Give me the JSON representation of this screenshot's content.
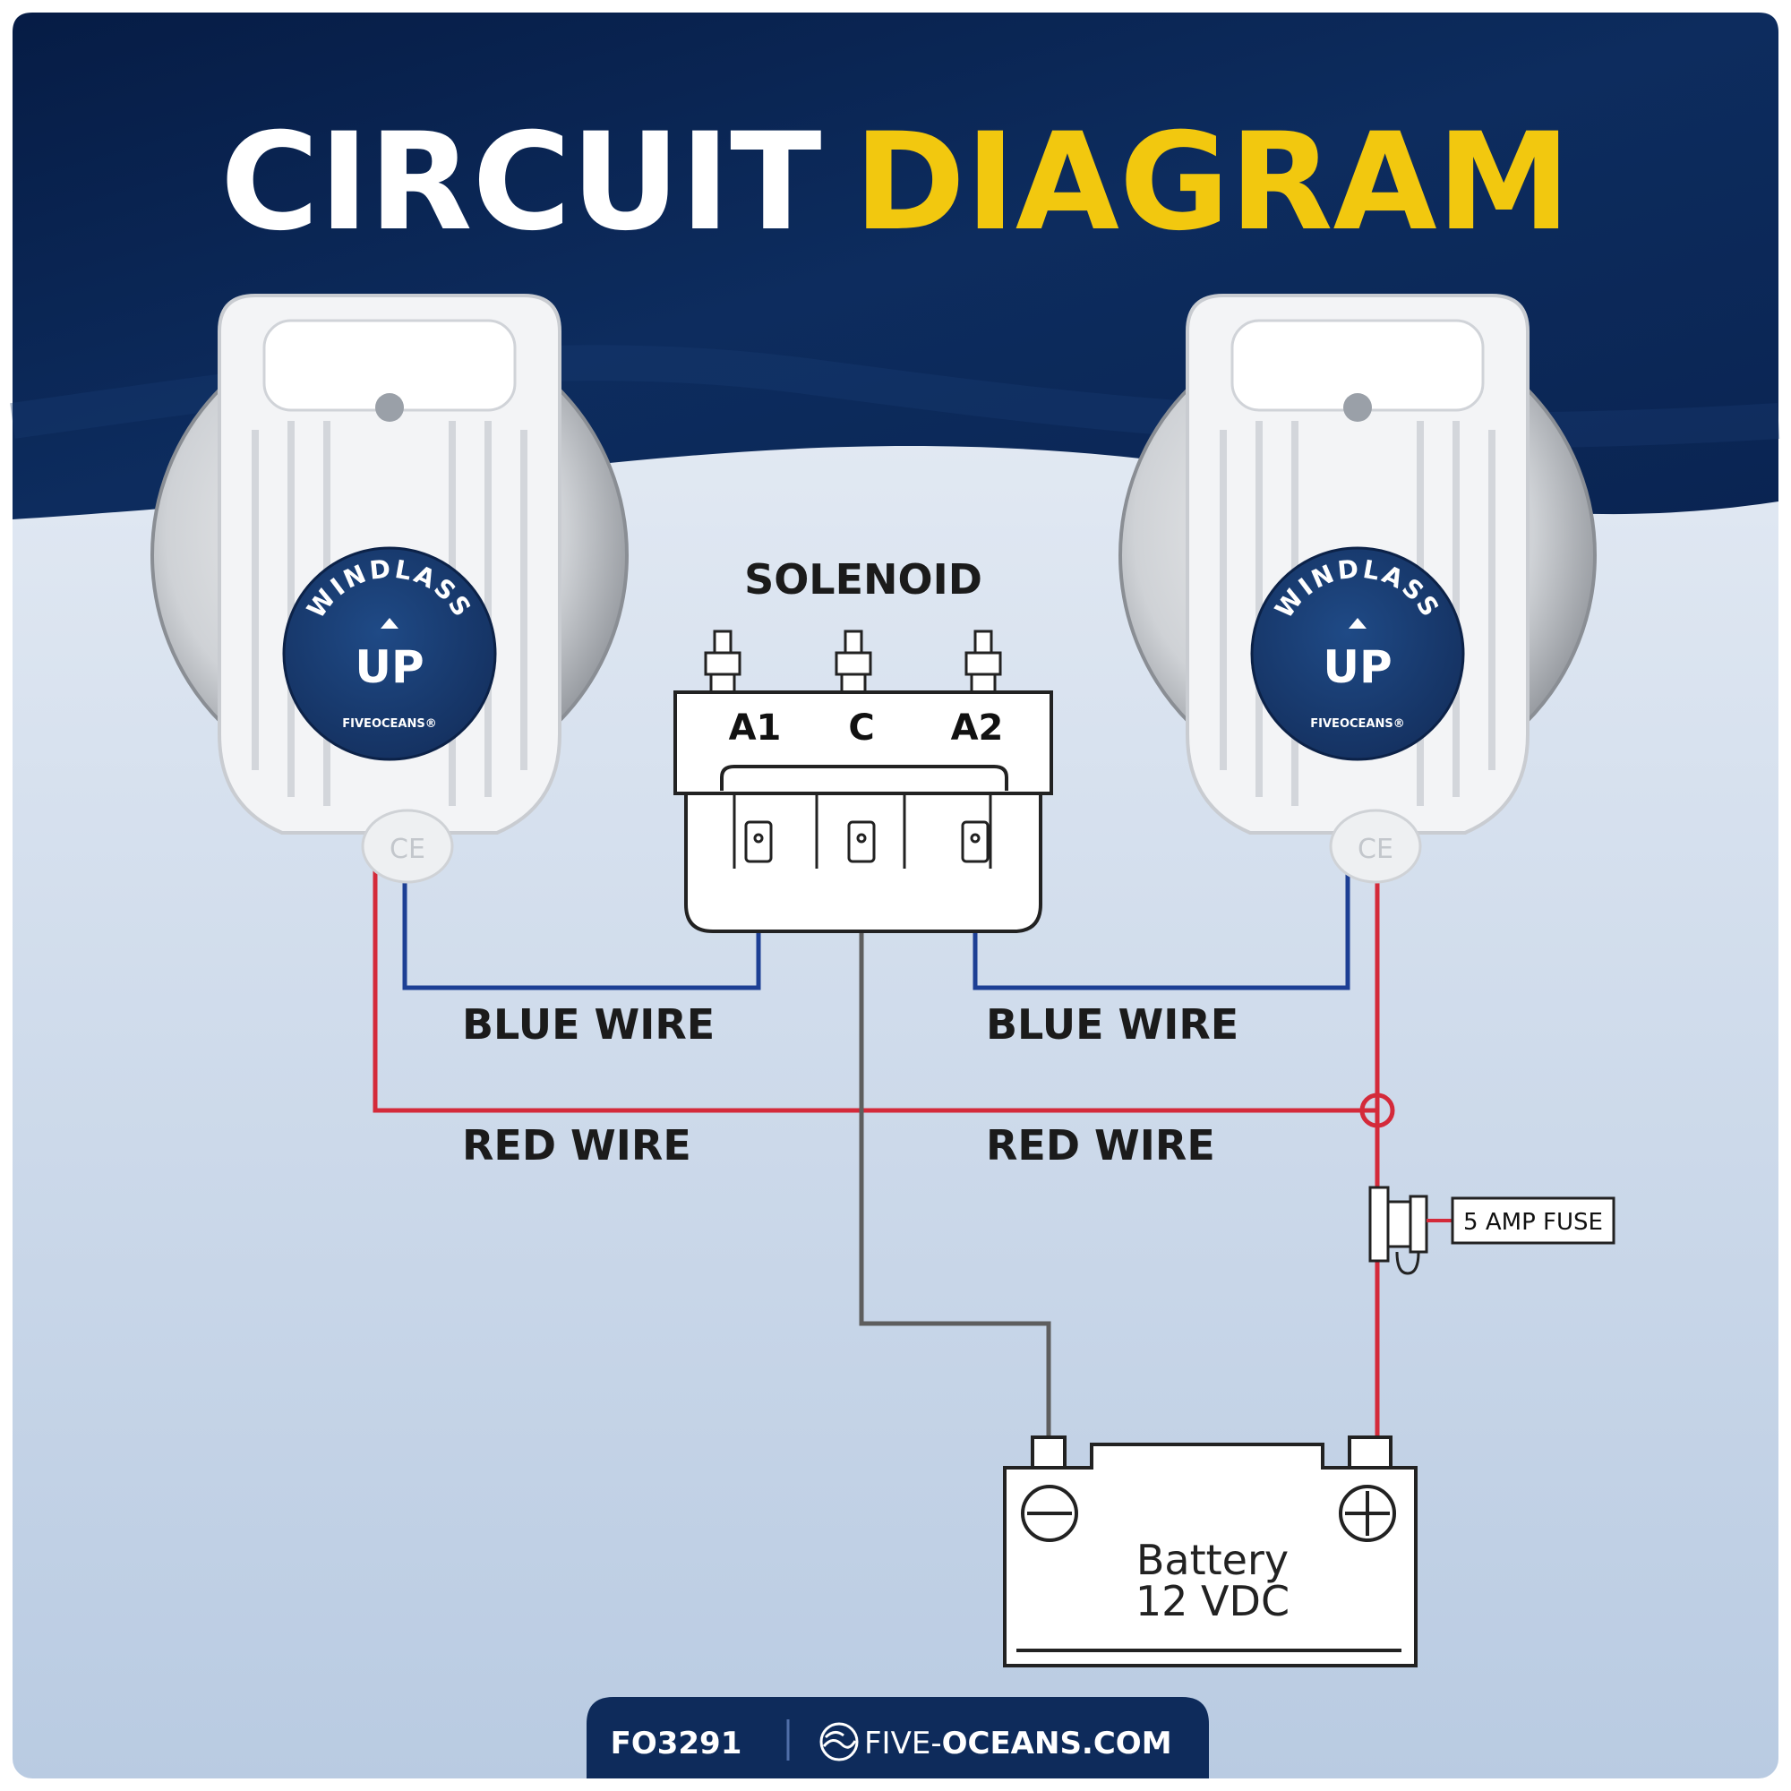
{
  "title": {
    "part1": "CIRCUIT",
    "part2": "DIAGRAM"
  },
  "colors": {
    "navy": "#0b2856",
    "accent_yellow": "#f2c80f",
    "blue_wire": "#1d3f94",
    "red_wire": "#d42a3a",
    "ground_wire": "#5e5e5e",
    "switch_cap": "#173a6e"
  },
  "switches": [
    {
      "label": "WINDLASS",
      "button": "UP",
      "brand": "FIVEOCEANS®",
      "ce": "CE"
    },
    {
      "label": "WINDLASS",
      "button": "UP",
      "brand": "FIVEOCEANS®",
      "ce": "CE"
    }
  ],
  "solenoid": {
    "label": "SOLENOID",
    "terminals": [
      "A1",
      "C",
      "A2"
    ]
  },
  "wire_labels": {
    "blue_left": "BLUE WIRE",
    "blue_right": "BLUE WIRE",
    "red_left": "RED WIRE",
    "red_right": "RED WIRE"
  },
  "fuse": {
    "label": "5 AMP FUSE"
  },
  "battery": {
    "line1": "Battery",
    "line2": "12 VDC"
  },
  "footer": {
    "sku": "FO3291",
    "domain_prefix": "FIVE-",
    "domain_main": "OCEANS.COM"
  }
}
